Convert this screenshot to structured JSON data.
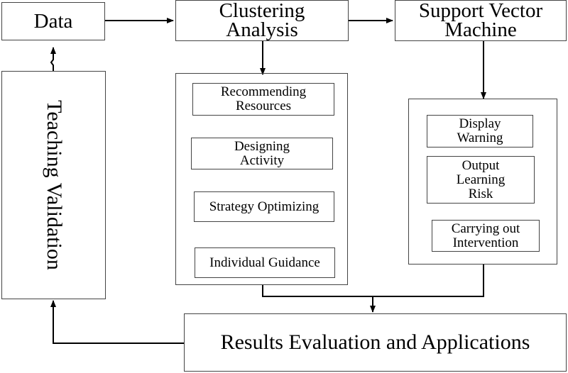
{
  "nodes": {
    "data": "Data",
    "clustering": "Clustering\nAnalysis",
    "svm": "Support Vector\nMachine",
    "teaching_validation": "Teaching Validation",
    "results": "Results Evaluation and Applications"
  },
  "clustering_outputs": [
    "Recommending\nResources",
    "Designing\nActivity",
    "Strategy Optimizing",
    "Individual Guidance"
  ],
  "svm_outputs": [
    "Display\nWarning",
    "Output\nLearning\nRisk",
    "Carrying out\nIntervention"
  ],
  "colors": {
    "line": "#000000",
    "border": "#444444",
    "background": "#ffffff"
  }
}
